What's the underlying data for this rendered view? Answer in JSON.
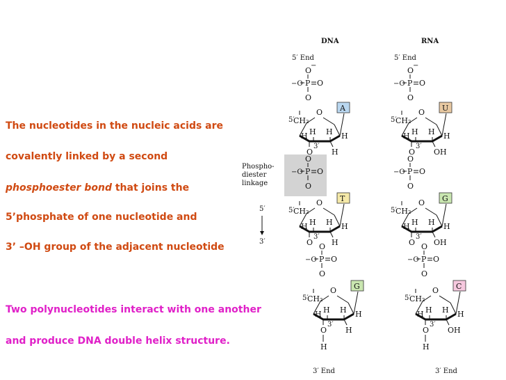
{
  "text": {
    "line1": "The nucleotides in the nucleic acids are",
    "line2": "covalently linked by a second",
    "line3_em": "phosphoester bond",
    "line3_rest": " that joins the",
    "line4": "5’phosphate of one nucleotide and",
    "line5": "3’ –OH group of the adjacent nucleotide",
    "line6": "Two polynucleotides interact with one another",
    "line7": "and produce DNA double helix structure."
  },
  "diagram": {
    "dna_title": "DNA",
    "rna_title": "RNA",
    "five_end": "5′ End",
    "three_end": "3′ End",
    "linkage_l1": "Phospho-",
    "linkage_l2": "diester",
    "linkage_l3": "linkage",
    "dir_top": "5′",
    "dir_bottom": "3′",
    "dna_bases": [
      "A",
      "T",
      "G"
    ],
    "rna_bases": [
      "U",
      "G",
      "C"
    ],
    "colors": {
      "A": "#b9d7f0",
      "T": "#f5e9a8",
      "G": "#c9e6b0",
      "U": "#e8c9a2",
      "C": "#f6c8de",
      "highlight": "#d3d3d3"
    }
  }
}
